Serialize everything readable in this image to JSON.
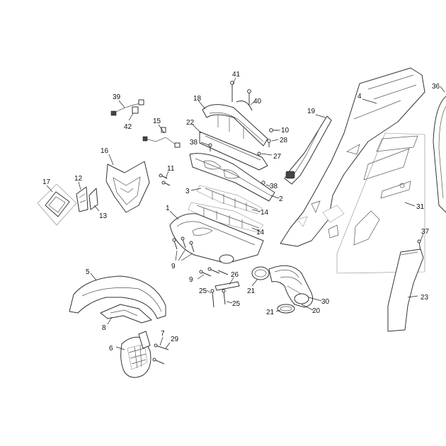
{
  "callouts": {
    "c1": "1",
    "c2": "2",
    "c3": "3",
    "c4": "4",
    "c5": "5",
    "c6": "6",
    "c7": "7",
    "c8": "8",
    "c9a": "9",
    "c9b": "9",
    "c10": "10",
    "c11": "11",
    "c12": "12",
    "c13": "13",
    "c14a": "14",
    "c14b": "14",
    "c15": "15",
    "c16": "16",
    "c17": "17",
    "c18": "18",
    "c19": "19",
    "c20": "20",
    "c21a": "21",
    "c21b": "21",
    "c22": "22",
    "c23": "23",
    "c25a": "25",
    "c25b": "25",
    "c26": "26",
    "c27": "27",
    "c28": "28",
    "c29": "29",
    "c30": "30",
    "c31": "31",
    "c36": "36",
    "c37": "37",
    "c38a": "38",
    "c38b": "38",
    "c39": "39",
    "c40": "40",
    "c41": "41",
    "c42": "42"
  }
}
